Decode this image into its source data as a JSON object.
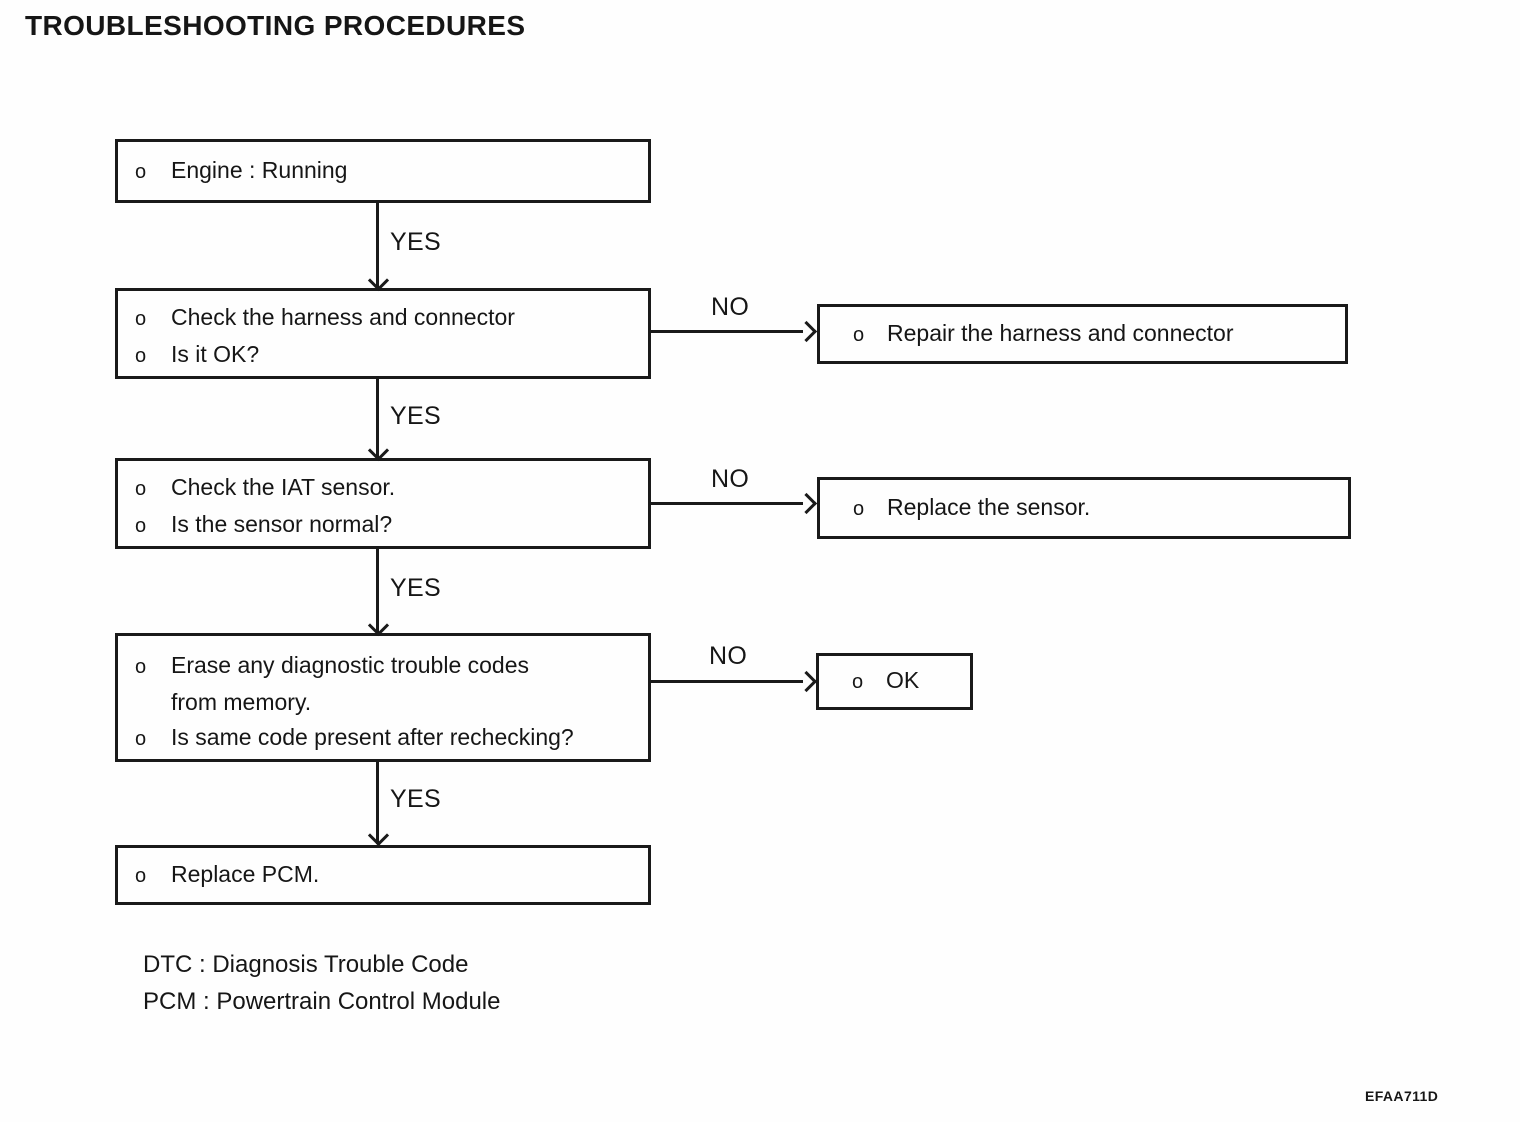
{
  "title": "TROUBLESHOOTING PROCEDURES",
  "labels": {
    "yes": "YES",
    "no": "NO",
    "bullet": "o"
  },
  "boxes": {
    "engine": {
      "items": [
        [
          "Engine : Running"
        ]
      ]
    },
    "harness": {
      "items": [
        [
          "Check the harness and connector"
        ],
        [
          "Is it OK?"
        ]
      ]
    },
    "iat": {
      "items": [
        [
          "Check the IAT sensor."
        ],
        [
          "Is the sensor normal?"
        ]
      ]
    },
    "erase": {
      "items": [
        [
          "Erase any diagnostic trouble codes",
          "from memory."
        ],
        [
          "Is same code present after rechecking?"
        ]
      ]
    },
    "pcm": {
      "items": [
        [
          "Replace PCM."
        ]
      ]
    },
    "repair": {
      "items": [
        [
          "Repair the harness and connector"
        ]
      ]
    },
    "replace_sensor": {
      "items": [
        [
          "Replace the sensor."
        ]
      ]
    },
    "ok": {
      "items": [
        [
          "OK"
        ]
      ]
    }
  },
  "flow": {
    "main_path": [
      "engine",
      "harness",
      "iat",
      "erase",
      "pcm"
    ],
    "down_edge_label": "YES",
    "branches": [
      {
        "from": "harness",
        "label": "NO",
        "to": "repair"
      },
      {
        "from": "iat",
        "label": "NO",
        "to": "replace_sensor"
      },
      {
        "from": "erase",
        "label": "NO",
        "to": "ok"
      }
    ]
  },
  "notes": {
    "line1": "DTC : Diagnosis Trouble Code",
    "line2": "PCM : Powertrain Control Module"
  },
  "figure_code": "EFAA711D"
}
